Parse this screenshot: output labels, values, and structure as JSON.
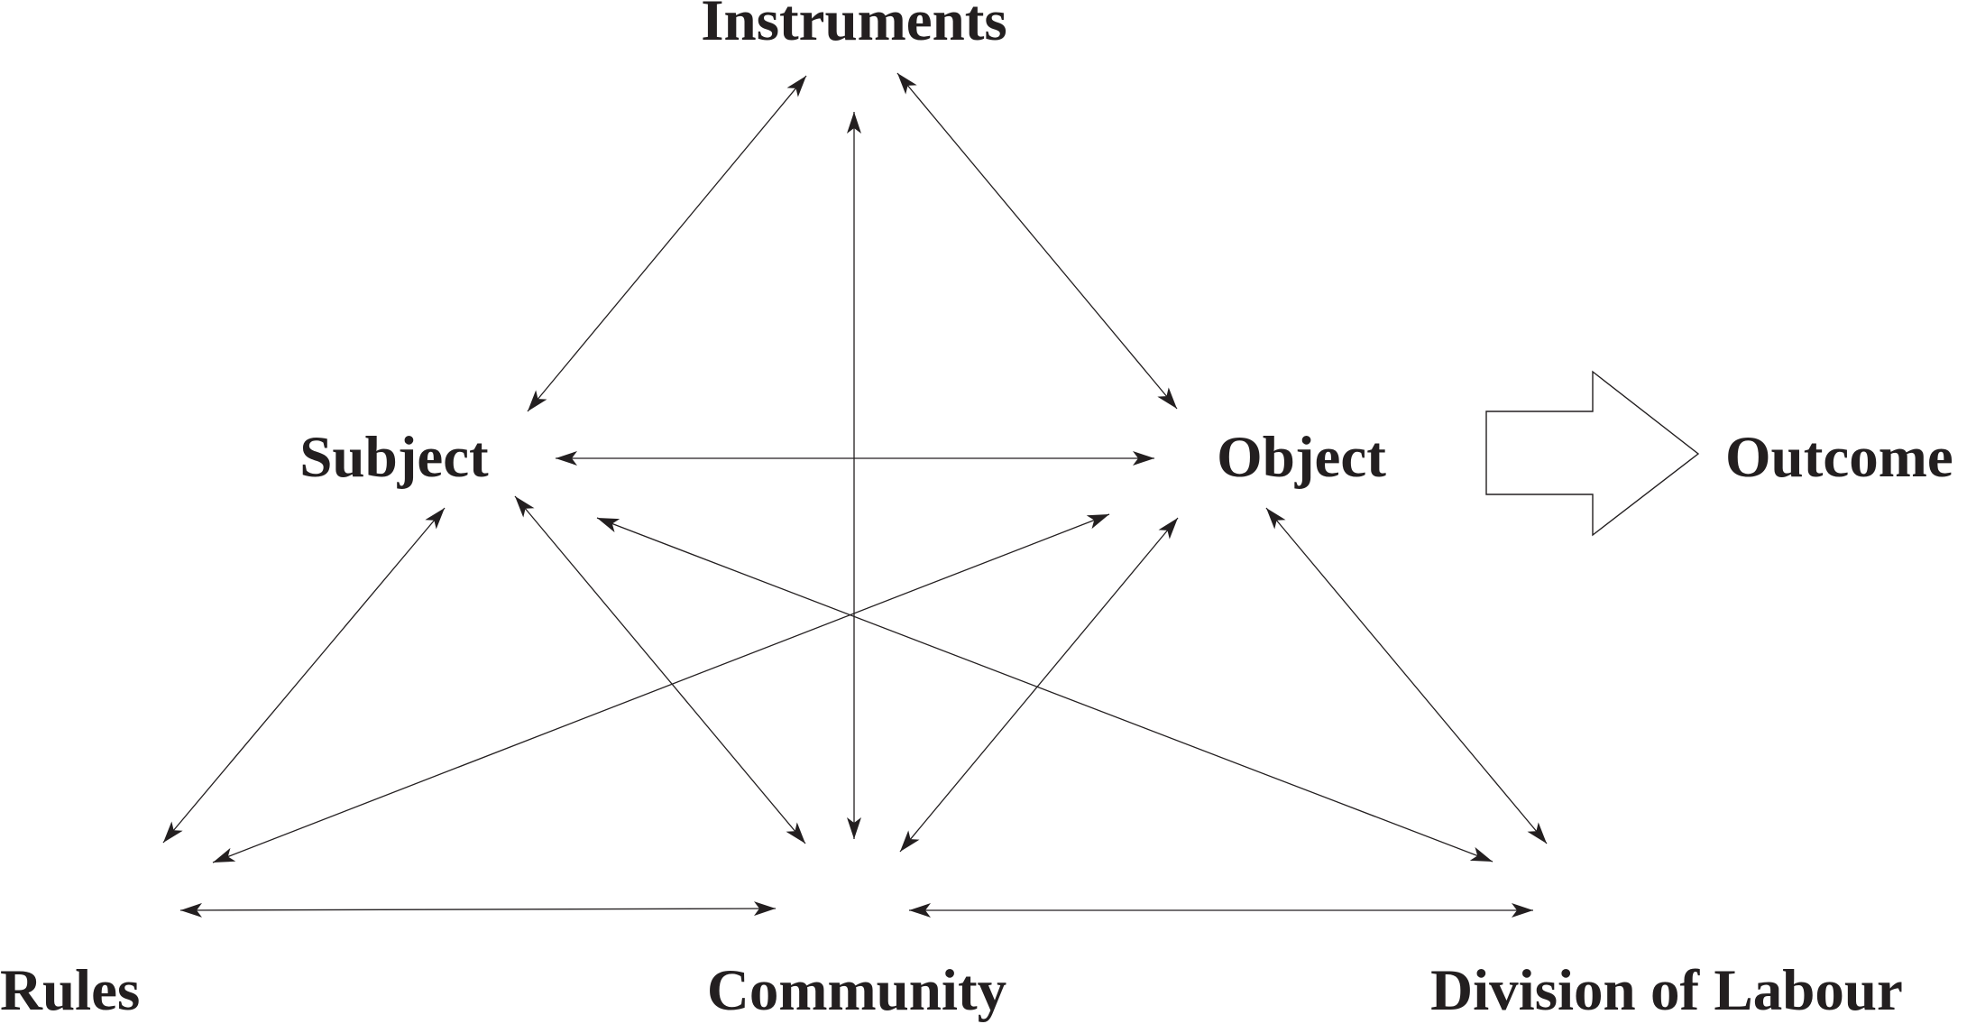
{
  "nodes": {
    "instruments": "Instruments",
    "subject": "Subject",
    "object": "Object",
    "outcome": "Outcome",
    "rules": "Rules",
    "community": "Community",
    "division": "Division of Labour"
  },
  "colors": {
    "ink": "#231f20",
    "background": "#ffffff"
  },
  "connections": [
    [
      "instruments",
      "subject"
    ],
    [
      "instruments",
      "object"
    ],
    [
      "instruments",
      "community"
    ],
    [
      "subject",
      "object"
    ],
    [
      "subject",
      "rules"
    ],
    [
      "subject",
      "community"
    ],
    [
      "subject",
      "division"
    ],
    [
      "object",
      "rules"
    ],
    [
      "object",
      "community"
    ],
    [
      "object",
      "division"
    ],
    [
      "rules",
      "community"
    ],
    [
      "community",
      "division"
    ]
  ],
  "outcome_arrow": [
    "object",
    "outcome"
  ]
}
